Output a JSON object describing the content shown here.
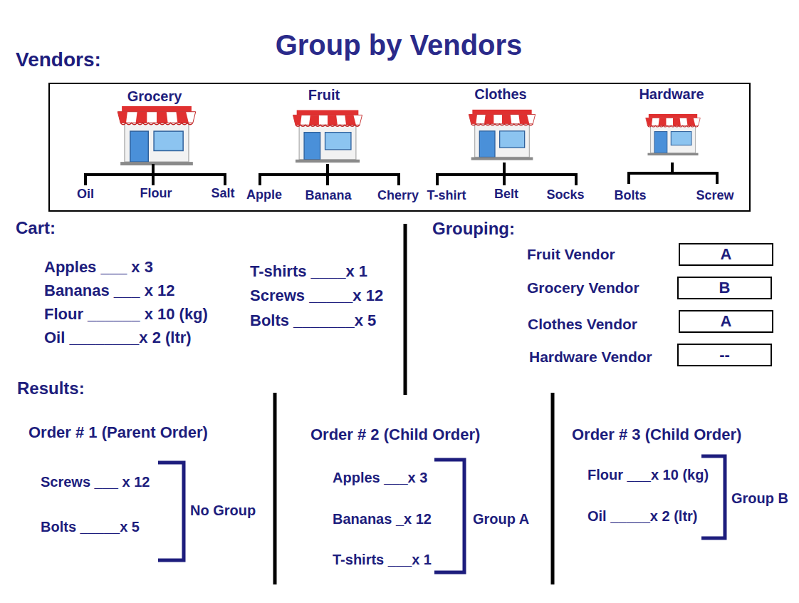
{
  "diagram": {
    "title": "Group by Vendors",
    "nodes": [
      {
        "text": [
          "Vendors:"
        ]
      },
      {
        "text": [
          "A"
        ]
      },
      {
        "text": [
          "B"
        ]
      },
      {
        "text": [
          "A"
        ]
      },
      {
        "text": [
          "--"
        ]
      }
    ],
    "labels": [
      "Grocery",
      "Fruit",
      "Clothes",
      "Hardware",
      "Oil",
      "Flour",
      "Salt",
      "Apple",
      "Banana",
      "Cherry",
      "T-shirt",
      "Belt",
      "Socks",
      "Bolts",
      "Screw",
      "Cart:",
      "Apples ___ x 3",
      "Bananas ___ x 12",
      "Flour ______ x 10 (kg)",
      "Oil ________x 2 (ltr)",
      "T-shirts ____x 1",
      "Screws _____x 12",
      "Bolts _______x 5",
      "Grouping:",
      "Fruit Vendor",
      "Grocery Vendor",
      "Clothes Vendor",
      "Hardware Vendor",
      "Results:",
      "Order # 1 (Parent Order)",
      "Screws ___ x 12",
      "Bolts _____x 5",
      "No Group",
      "Order # 2 (Child Order)",
      "Apples ___x 3",
      "Bananas _x 12",
      "T-shirts ___x 1",
      "Group A",
      "Order # 3 (Child Order)",
      "Flour ___x 10 (kg)",
      "Oil _____x 2 (ltr)",
      "Group B"
    ]
  }
}
